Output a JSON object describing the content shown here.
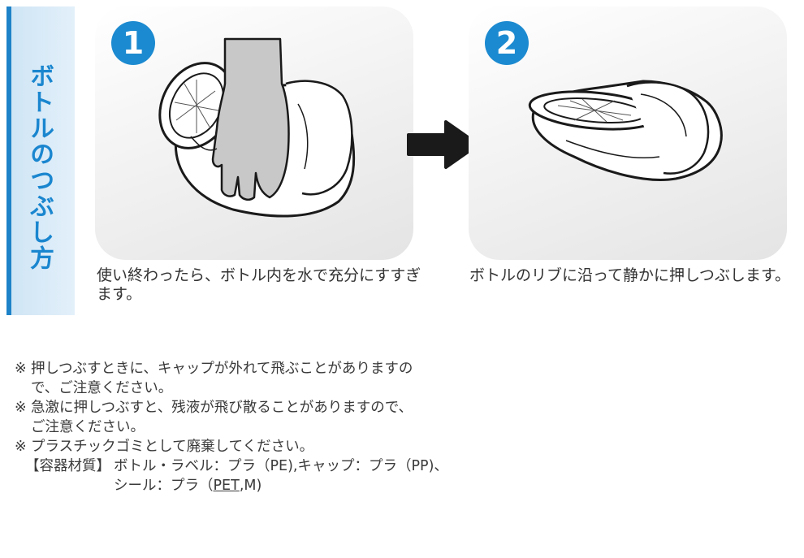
{
  "side_title": "ボトルのつぶし方",
  "steps": [
    {
      "number": "1",
      "caption": "使い終わったら、ボトル内を水で充分にすすぎます。",
      "icon": "bottle-rinse-icon"
    },
    {
      "number": "2",
      "caption": "ボトルのリブに沿って静かに押しつぶします。",
      "icon": "bottle-crushed-icon"
    }
  ],
  "arrow_icon": "right-arrow-icon",
  "notes": {
    "mark": "※",
    "note1_a": "押しつぶすときに、キャップが外れて飛ぶことがありますの",
    "note1_b": "で、ご注意ください。",
    "note2_a": "急激に押しつぶすと、残液が飛び散ることがありますので、",
    "note2_b": "ご注意ください。",
    "note3": "プラスチックゴミとして廃棄してください。",
    "material_label": "【容器材質】",
    "material_line1": "ボトル・ラベル：プラ（PE),キャップ：プラ（PP)、",
    "material_line2_a": "シール：プラ（",
    "material_line2_u": "PET",
    "material_line2_b": ",M)"
  },
  "colors": {
    "accent": "#1c8ad0",
    "tab_light": "#e3f0fa",
    "text": "#333333"
  }
}
